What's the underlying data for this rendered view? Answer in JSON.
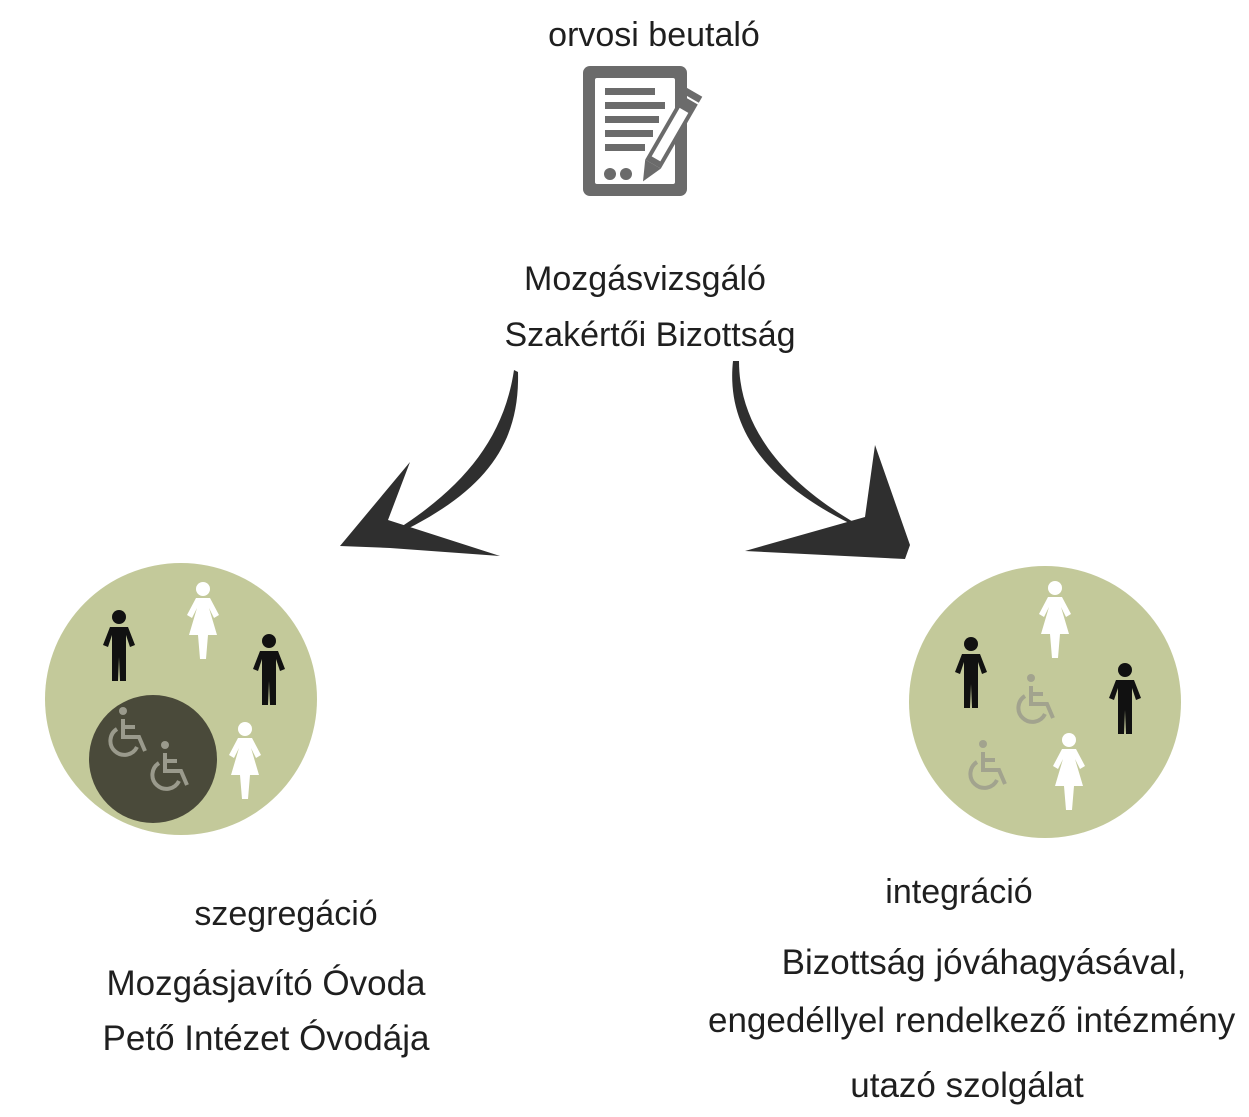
{
  "referral": {
    "label": "orvosi beutaló",
    "icon": "document-pen-icon",
    "icon_color": "#6b6b6b"
  },
  "committee": {
    "line1": "Mozgásvizsgáló",
    "line2": "Szakértői Bizottság"
  },
  "arrows": {
    "color": "#2f2f2f"
  },
  "segregation": {
    "title": "szegregáció",
    "line1": "Mozgásjavító Óvoda",
    "line2": "Pető Intézet Óvodája",
    "circle_color": "#c3c99a",
    "inner_circle_color": "#4a4a3a"
  },
  "integration": {
    "title": "integráció",
    "line1": "Bizottság jóváhagyásával,",
    "line2": "engedéllyel rendelkező intézmény",
    "line3": "utazó szolgálat",
    "circle_color": "#c3c99a"
  },
  "figures": {
    "male_color": "#111111",
    "female_color": "#ffffff",
    "wheelchair_color": "#9a9a8c"
  }
}
